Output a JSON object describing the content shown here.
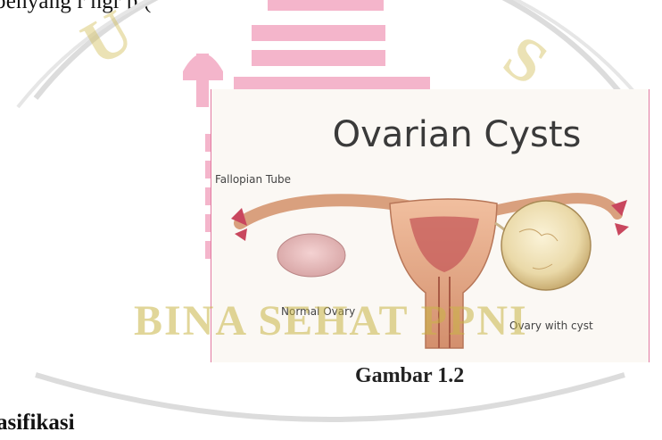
{
  "document": {
    "top_text": "penyang    r ngr  p         (",
    "figure": {
      "title": "Ovarian Cysts",
      "labels": {
        "fallopian_tube": "Fallopian Tube",
        "normal_ovary": "Normal Ovary",
        "ovary_with_cyst": "Ovary with cyst"
      }
    },
    "caption": "Gambar 1.2",
    "section_heading": "asifikasi"
  },
  "watermark": {
    "text": "BINA SEHAT PPNI",
    "color": "#d9c25a",
    "logo_color": "#f2a2bd"
  }
}
